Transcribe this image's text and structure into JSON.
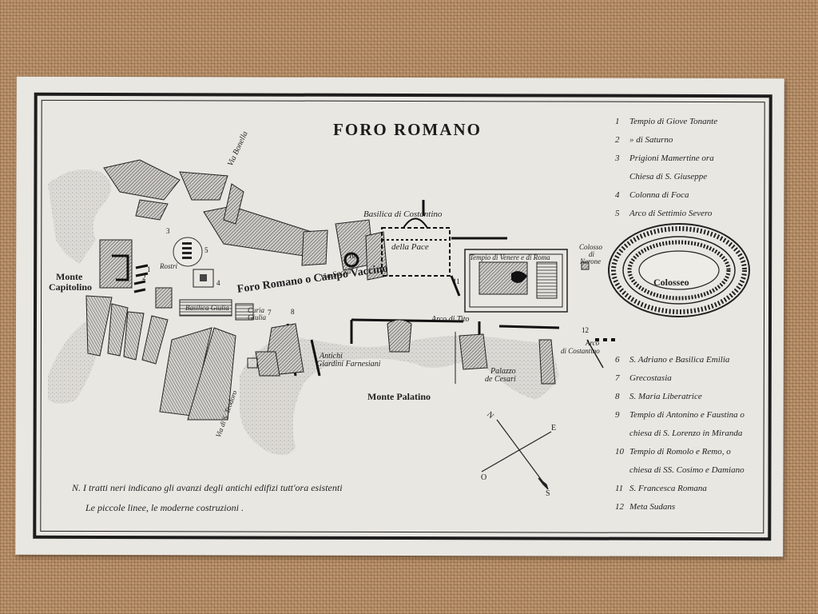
{
  "title": "FORO ROMANO",
  "legend_top": [
    {
      "num": "1",
      "text": "Tempio di Giove Tonante"
    },
    {
      "num": "2",
      "text": "» di Saturno"
    },
    {
      "num": "3",
      "text": "Prigioni Mamertine ora"
    },
    {
      "num": "",
      "text": "Chiesa di S. Giuseppe"
    },
    {
      "num": "4",
      "text": "Colonna di Foca"
    },
    {
      "num": "5",
      "text": "Arco di Settimio Severo"
    }
  ],
  "legend_bottom": [
    {
      "num": "6",
      "text": "S. Adriano e Basilica Emilia"
    },
    {
      "num": "7",
      "text": "Grecostasia"
    },
    {
      "num": "8",
      "text": "S. Maria Liberatrice"
    },
    {
      "num": "9",
      "text": "Tempio di Antonino e Faustina o"
    },
    {
      "num": "",
      "text": "chiesa di S. Lorenzo in Miranda"
    },
    {
      "num": "10",
      "text": "Tempio di Romolo e Remo, o"
    },
    {
      "num": "",
      "text": "chiesa di SS. Cosimo e Damiano"
    },
    {
      "num": "11",
      "text": "S. Francesca Romana"
    },
    {
      "num": "12",
      "text": "Meta Sudans"
    }
  ],
  "places": {
    "monte_capitolino_1": "Monte",
    "monte_capitolino_2": "Capitolino",
    "via_bonella": "Via Bonella",
    "basilica_costantino": "Basilica di Costantino",
    "della_pace": "della Pace",
    "tempio_venere": "Tempio di Venere e di Roma",
    "colosso_nerone_1": "Colosso",
    "colosso_nerone_2": "di",
    "colosso_nerone_3": "Nerone",
    "colosseo": "Colosseo",
    "foro_romano": "Foro Romano o Campo Vaccino",
    "via_sacra": "Via Sacra",
    "rostri": "Rostri",
    "basilica_giulia": "Basilica Giulia",
    "curia_giulia_1": "Curia",
    "curia_giulia_2": "Giulia",
    "arco_tito": "Arco di Tito",
    "arco_costantino_1": "Arco",
    "arco_costantino_2": "di Costantino",
    "antichi_1": "Antichi",
    "antichi_2": "Giardini Farnesiani",
    "palazzo_1": "Palazzo",
    "palazzo_2": "de Cesari",
    "monte_palatino": "Monte Palatino",
    "via_teatro": "Via di S. Teodoro",
    "compass_n": "N",
    "compass_e": "E",
    "compass_s": "S",
    "compass_o": "O"
  },
  "map_numbers": [
    "1",
    "2",
    "3",
    "4",
    "5",
    "7",
    "8",
    "10",
    "11",
    "12"
  ],
  "note_1": "N. I tratti neri indicano gli avanzi degli antichi edifizi tutt'ora esistenti",
  "note_2": "Le piccole linee, le moderne costruzioni ."
}
